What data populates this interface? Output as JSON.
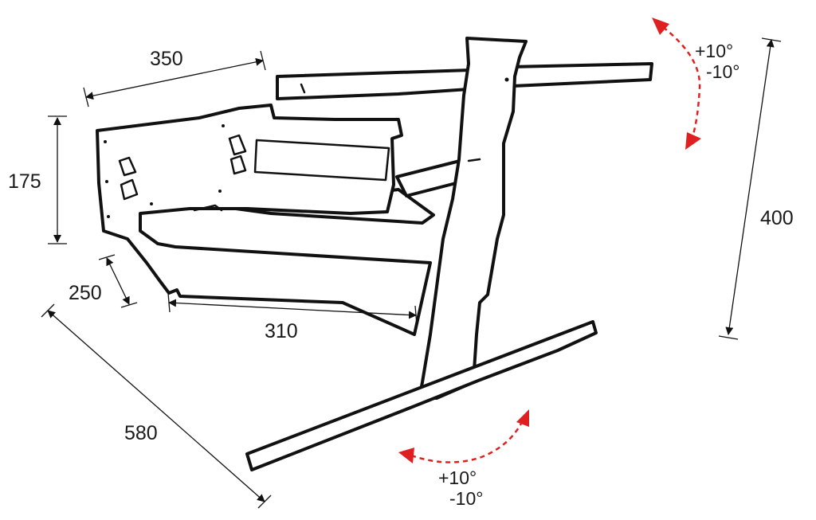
{
  "dimensions": {
    "arm_length": "350",
    "mount_height": "175",
    "arm_offset": "250",
    "depth": "310",
    "base_length": "580",
    "column_height": "400"
  },
  "rotation": {
    "top_plus": "+10°",
    "top_minus": "-10°",
    "bottom_plus": "+10°",
    "bottom_minus": "-10°"
  },
  "colors": {
    "rotation_arrow": "#e02020",
    "line": "#111111"
  }
}
